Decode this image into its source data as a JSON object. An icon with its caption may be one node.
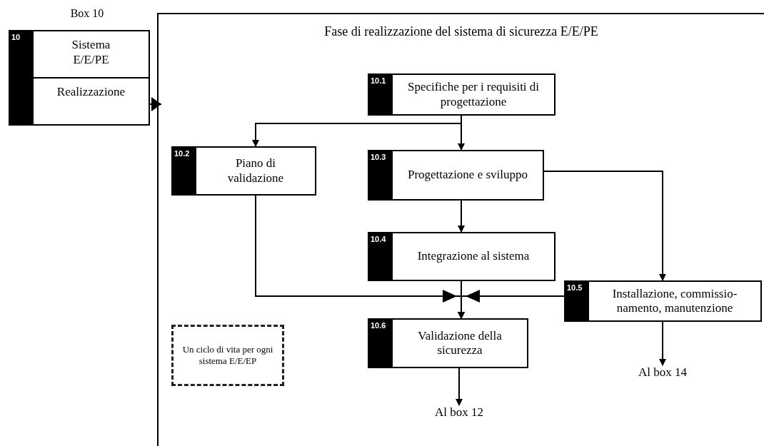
{
  "diagram": {
    "nodes": [
      {
        "text": [
          "10",
          "Sistema E/E/PE",
          "Realizzazione"
        ],
        "beside": [
          "Box 10"
        ]
      },
      {
        "text": [
          "Fase di realizzazione del sistema di sicurezza E/E/PE"
        ]
      },
      {
        "text": [
          "10.1",
          "Specifiche per i requisiti di progettazione"
        ],
        "in": 1
      },
      {
        "text": [
          "10.2",
          "Piano di validazione"
        ],
        "in": 1
      },
      {
        "text": [
          "10.3",
          "Progettazione e sviluppo"
        ],
        "in": 1
      },
      {
        "text": [
          "10.4",
          "Integrazione al sistema"
        ],
        "in": 1
      },
      {
        "text": [
          "10.5",
          "Installazione, commissio- namento, manutenzione"
        ],
        "in": 1
      },
      {
        "text": [
          "10.6",
          "Validazione della sicurezza"
        ],
        "in": 1
      },
      {
        "text": [
          "Un ciclo di vita per ogni sistema E/E/EP"
        ],
        "in": 1
      },
      {
        "text": [
          "Al box 12"
        ],
        "in": 1
      },
      {
        "text": [
          "Al box 14"
        ],
        "in": 1
      }
    ],
    "edges": [
      {
        "from": 0,
        "to": 1,
        "arrow": "to"
      },
      {
        "from": 2,
        "to": 3,
        "arrow": "to"
      },
      {
        "from": 2,
        "to": 4,
        "arrow": "to"
      },
      {
        "from": 4,
        "to": 6,
        "arrow": "to"
      },
      {
        "from": 4,
        "to": 5,
        "arrow": "to"
      },
      {
        "from": 3,
        "to": 7,
        "arrow": "to"
      },
      {
        "from": 5,
        "to": 7,
        "arrow": "to"
      },
      {
        "from": 6,
        "to": 7,
        "arrow": "to"
      },
      {
        "from": 7,
        "to": 9,
        "arrow": "to"
      },
      {
        "from": 6,
        "to": 10,
        "arrow": "to"
      }
    ]
  }
}
